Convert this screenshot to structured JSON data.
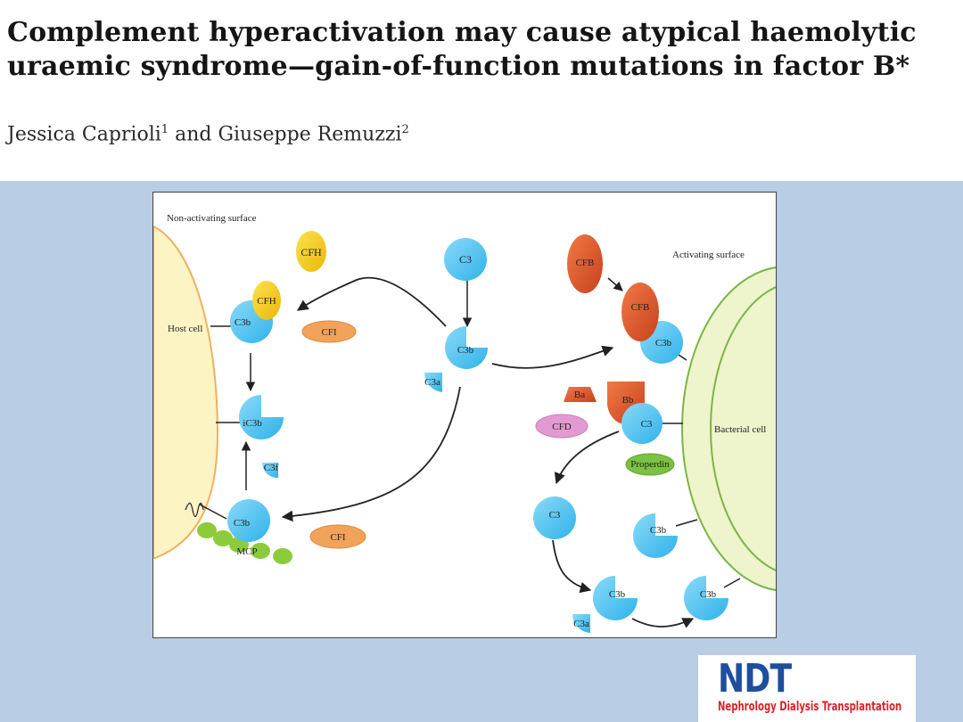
{
  "title": "Complement hyperactivation may cause atypical haemolytic uraemic syndrome—gain-of-function mutations in factor B*",
  "authors": {
    "author1": "Jessica Caprioli",
    "author1_sup": "1",
    "sep": " and ",
    "author2": "Giuseppe Remuzzi",
    "author2_sup": "2"
  },
  "figure": {
    "labels": {
      "non_activating_surface": "Non-activating surface",
      "activating_surface": "Activating surface",
      "host_cell": "Host cell",
      "bacterial_cell": "Bacterial cell",
      "cfh_free": "CFH",
      "cfh_bound": "CFH",
      "c3_top": "C3",
      "cfb_free": "CFB",
      "cfb_bound": "CFB",
      "c3b_host_top": "C3b",
      "cfi_top": "CFI",
      "c3b_center": "C3b",
      "c3a_center": "C3a",
      "c3b_right": "C3b",
      "ba": "Ba",
      "bb": "Bb",
      "cfd": "CFD",
      "c3_right": "C3",
      "ic3b": "iC3b",
      "c3f": "C3f",
      "properdin": "Properdin",
      "c3b_host_bottom": "C3b",
      "mcp": "MCP",
      "cfi_bottom": "CFI",
      "c3_lower": "C3",
      "c3b_lower_right": "C3b",
      "c3b_bottom_mid": "C3b",
      "c3a_bottom": "C3a",
      "c3b_bottom_right": "C3b"
    }
  },
  "logo": {
    "main": "NDT",
    "sub": "Nephrology Dialysis Transplantation"
  },
  "colors": {
    "background_band": "#b9cde4",
    "c3_blue": "#4fc3f0",
    "cfh_yellow": "#f4d11a",
    "cfb_red": "#e05a2b",
    "cfi_orange": "#f2a35a",
    "cfd_pink": "#e39ad2",
    "properdin_green": "#7cc242",
    "mcp_green": "#8ccc3c",
    "bacterial_cell": "#eef4cc",
    "host_cell": "#fdf4c4",
    "logo_blue": "#1f4e9e",
    "logo_red": "#d8232a"
  }
}
